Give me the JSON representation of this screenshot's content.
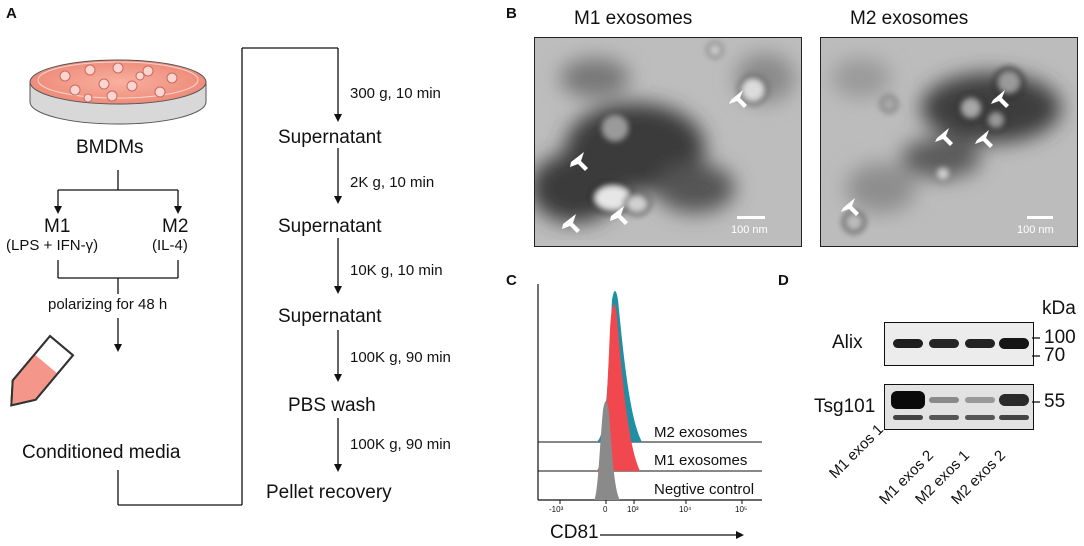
{
  "panels": {
    "a": "A",
    "b": "B",
    "c": "C",
    "d": "D"
  },
  "panel_a": {
    "cells": "BMDMs",
    "m1": "M1",
    "m1_treatment": "(LPS + IFN-γ)",
    "m2": "M2",
    "m2_treatment": "(IL-4)",
    "polarizing": "polarizing for 48 h",
    "media": "Conditioned media",
    "steps": [
      {
        "condition": "300 g, 10 min",
        "product": "Supernatant"
      },
      {
        "condition": "2K g, 10 min",
        "product": "Supernatant"
      },
      {
        "condition": "10K g, 10 min",
        "product": "Supernatant"
      },
      {
        "condition": "100K g, 90 min",
        "product": "PBS wash"
      },
      {
        "condition": "100K g, 90 min",
        "product": "Pellet recovery"
      }
    ]
  },
  "panel_b": {
    "m1_title": "M1 exosomes",
    "m2_title": "M2 exosomes",
    "scale_m1": "100 nm",
    "scale_m2": "100 nm"
  },
  "panel_c": {
    "xlabel": "CD81",
    "tracks": [
      "M2 exosomes",
      "M1 exosomes",
      "Negtive control"
    ],
    "ticks": [
      "-10³",
      "0",
      "10³",
      "10⁴",
      "10⁵"
    ],
    "colors": {
      "m2": "#1f8fa3",
      "m1": "#f0484e",
      "control": "#8a8a8a"
    }
  },
  "panel_d": {
    "unit": "kDa",
    "alix": "Alix",
    "tsg": "Tsg101",
    "markers": {
      "m100": "100",
      "m70": "70",
      "m55": "55"
    },
    "lanes": [
      "M1 exos 1",
      "M1 exos 2",
      "M2 exos 1",
      "M2 exos 2"
    ]
  }
}
